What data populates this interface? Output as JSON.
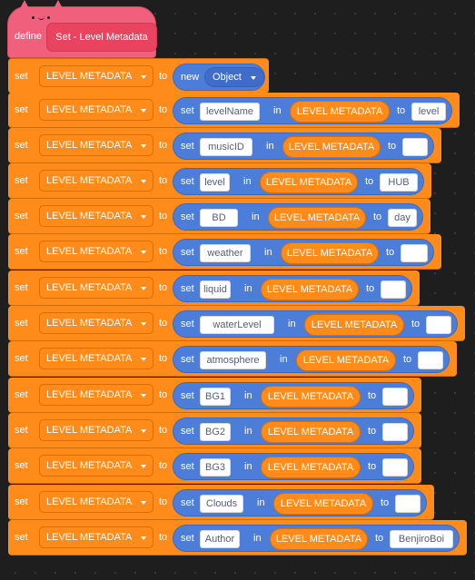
{
  "define_block": {
    "keyword": "define",
    "name": "Set - Level Metadata",
    "color": "#f0607c"
  },
  "labels": {
    "set": "set",
    "to": "to",
    "in": "in",
    "new": "new"
  },
  "colors": {
    "variables": "#ff8c1a",
    "objects": "#4c7ed9"
  },
  "first_block": {
    "variable": "LEVEL METADATA",
    "object_type": "Object"
  },
  "property_blocks": [
    {
      "variable": "LEVEL METADATA",
      "key": "levelName",
      "object": "LEVEL METADATA",
      "value": "level"
    },
    {
      "variable": "LEVEL METADATA",
      "key": "musicID",
      "object": "LEVEL METADATA",
      "value": ""
    },
    {
      "variable": "LEVEL METADATA",
      "key": "level",
      "object": "LEVEL METADATA",
      "value": "HUB"
    },
    {
      "variable": "LEVEL METADATA",
      "key": "BD",
      "object": "LEVEL METADATA",
      "value": "day"
    },
    {
      "variable": "LEVEL METADATA",
      "key": "weather",
      "object": "LEVEL METADATA",
      "value": ""
    },
    {
      "variable": "LEVEL METADATA",
      "key": "liquid",
      "object": "LEVEL METADATA",
      "value": ""
    },
    {
      "variable": "LEVEL METADATA",
      "key": "waterLevel",
      "object": "LEVEL METADATA",
      "value": ""
    },
    {
      "variable": "LEVEL METADATA",
      "key": "atmosphere",
      "object": "LEVEL METADATA",
      "value": ""
    },
    {
      "variable": "LEVEL METADATA",
      "key": "BG1",
      "object": "LEVEL METADATA",
      "value": ""
    },
    {
      "variable": "LEVEL METADATA",
      "key": "BG2",
      "object": "LEVEL METADATA",
      "value": ""
    },
    {
      "variable": "LEVEL METADATA",
      "key": "BG3",
      "object": "LEVEL METADATA",
      "value": ""
    },
    {
      "variable": "LEVEL METADATA",
      "key": "Clouds",
      "object": "LEVEL METADATA",
      "value": ""
    },
    {
      "variable": "LEVEL METADATA",
      "key": "Author",
      "object": "LEVEL METADATA",
      "value": "BenjiroBoi"
    }
  ]
}
